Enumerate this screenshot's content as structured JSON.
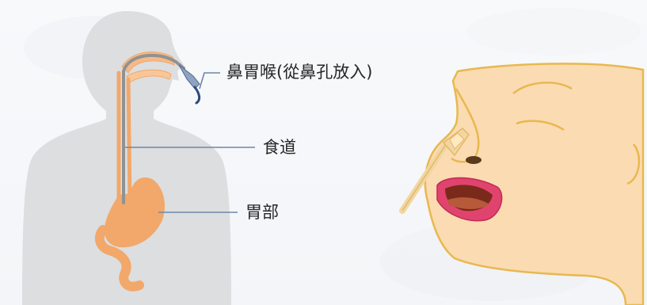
{
  "labels": {
    "tube": "鼻胃喉(從鼻孔放入)",
    "esophagus": "食道",
    "stomach": "胃部"
  },
  "colors": {
    "background": "#f6f7f9",
    "body_silhouette": "#dcdee0",
    "tube": "#8f9294",
    "esophagus_outline": "#f2a86a",
    "stomach": "#f2a86a",
    "leader_line": "#6f86a8",
    "face_skin": "#fbdbb1",
    "face_outline": "#e8b850",
    "lips": "#e0446e",
    "tongue": "#a8452a"
  },
  "icons": {
    "body": "human-torso-silhouette",
    "face": "face-with-nasogastric-tube"
  }
}
